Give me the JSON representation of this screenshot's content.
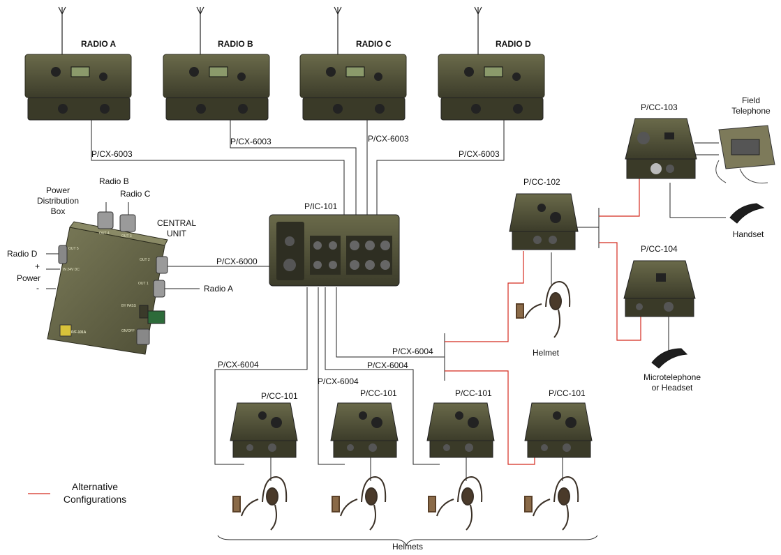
{
  "radios": [
    {
      "name": "RADIO A",
      "cable": "P/CX-6003"
    },
    {
      "name": "RADIO B",
      "cable": "P/CX-6003"
    },
    {
      "name": "RADIO C",
      "cable": "P/CX-6003"
    },
    {
      "name": "RADIO D",
      "cable": "P/CX-6003"
    }
  ],
  "power_box": {
    "title_lines": [
      "Power",
      "Distribution",
      "Box"
    ],
    "port_radio_b": "Radio B",
    "port_radio_c": "Radio C",
    "port_radio_d": "Radio D",
    "port_radio_a": "Radio A",
    "plus": "+",
    "power": "Power",
    "minus": "-",
    "model_tag": "P/F-101A",
    "panel_out4": "OUT 4",
    "panel_out3": "OUT 3",
    "panel_out5": "OUT 5",
    "panel_out2": "OUT 2",
    "panel_out1": "OUT 1",
    "panel_in": "IN 24V DC",
    "panel_bypass": "BY PASS",
    "panel_onoff": "ON/OFF"
  },
  "central_unit": {
    "label_lines": [
      "CENTRAL",
      "UNIT"
    ],
    "model": "P/IC-101",
    "link_cable": "P/CX-6000"
  },
  "branch_cables": {
    "a": "P/CX-6004",
    "b": "P/CX-6004",
    "c": "P/CX-6004",
    "d": "P/CX-6004"
  },
  "control_units": {
    "cc101": [
      "P/CC-101",
      "P/CC-101",
      "P/CC-101",
      "P/CC-101"
    ],
    "cc102": "P/CC-102",
    "cc103": "P/CC-103",
    "cc104": "P/CC-104"
  },
  "peripherals": {
    "field_telephone_lines": [
      "Field",
      "Telephone"
    ],
    "handset": "Handset",
    "helmet": "Helmet",
    "microtelephone_lines": [
      "Microtelephone",
      "or Headset"
    ],
    "helmets_group": "Helmets"
  },
  "legend": {
    "lines": [
      "Alternative",
      "Configurations"
    ],
    "color": "#d42a1e"
  },
  "colors": {
    "device_olive": "#4a4a34",
    "device_dark": "#2e2e22",
    "wire": "#222222",
    "alt_wire": "#d42a1e"
  }
}
